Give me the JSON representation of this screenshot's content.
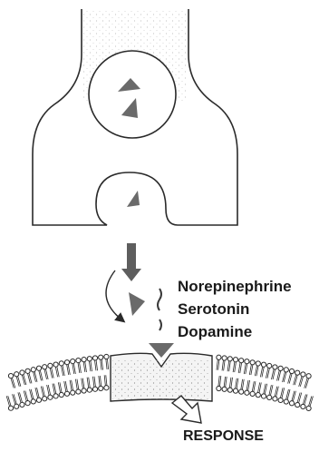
{
  "labels": {
    "neurotransmitters": [
      "Norepinephrine",
      "Serotonin",
      "Dopamine"
    ],
    "response": "RESPONSE"
  },
  "colors": {
    "stroke": "#2a2a2a",
    "molecule": "#6a6a6a",
    "receptor_fill": "#f4f4f4"
  }
}
